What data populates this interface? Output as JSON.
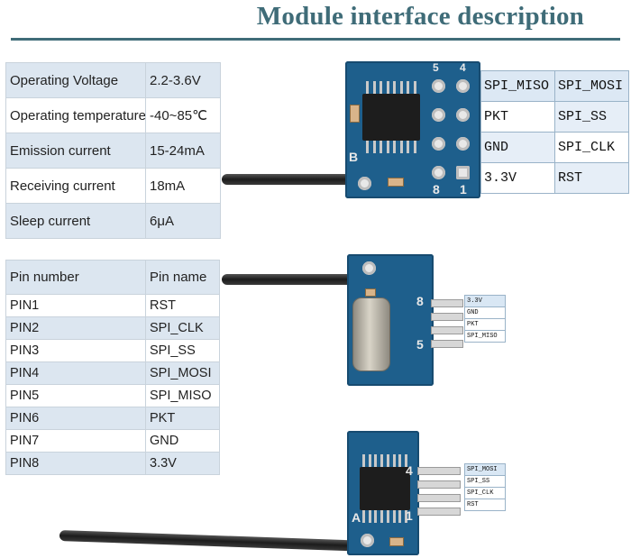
{
  "title": "Module interface description",
  "parameters": [
    {
      "name": "Operating Voltage",
      "value": "2.2-3.6V"
    },
    {
      "name": "Operating temperature",
      "value": "-40~85℃"
    },
    {
      "name": "Emission current",
      "value": "15-24mA"
    },
    {
      "name": "Receiving current",
      "value": "18mA"
    },
    {
      "name": "Sleep current",
      "value": "6μA"
    }
  ],
  "pin_table": {
    "headers": [
      "Pin number",
      "Pin name"
    ],
    "rows": [
      [
        "PIN1",
        "RST"
      ],
      [
        "PIN2",
        "SPI_CLK"
      ],
      [
        "PIN3",
        "SPI_SS"
      ],
      [
        "PIN4",
        "SPI_MOSI"
      ],
      [
        "PIN5",
        "SPI_MISO"
      ],
      [
        "PIN6",
        "PKT"
      ],
      [
        "PIN7",
        "GND"
      ],
      [
        "PIN8",
        "3.3V"
      ]
    ]
  },
  "module1": {
    "silk": {
      "pin8": "8",
      "pin1": "1",
      "pin5": "5",
      "pin4": "4",
      "side": "B"
    },
    "labels": [
      [
        "SPI_MISO",
        "SPI_MOSI"
      ],
      [
        "PKT",
        "SPI_SS"
      ],
      [
        "GND",
        "SPI_CLK"
      ],
      [
        "3.3V",
        "RST"
      ]
    ]
  },
  "module2": {
    "silk": {
      "pin8": "8",
      "pin5": "5"
    },
    "labels": [
      "3.3V",
      "GND",
      "PKT",
      "SPI_MISO"
    ]
  },
  "module3": {
    "silk": {
      "pin4": "4",
      "pin1": "1",
      "side": "A"
    },
    "labels": [
      "SPI_MOSI",
      "SPI_SS",
      "SPI_CLK",
      "RST"
    ]
  }
}
